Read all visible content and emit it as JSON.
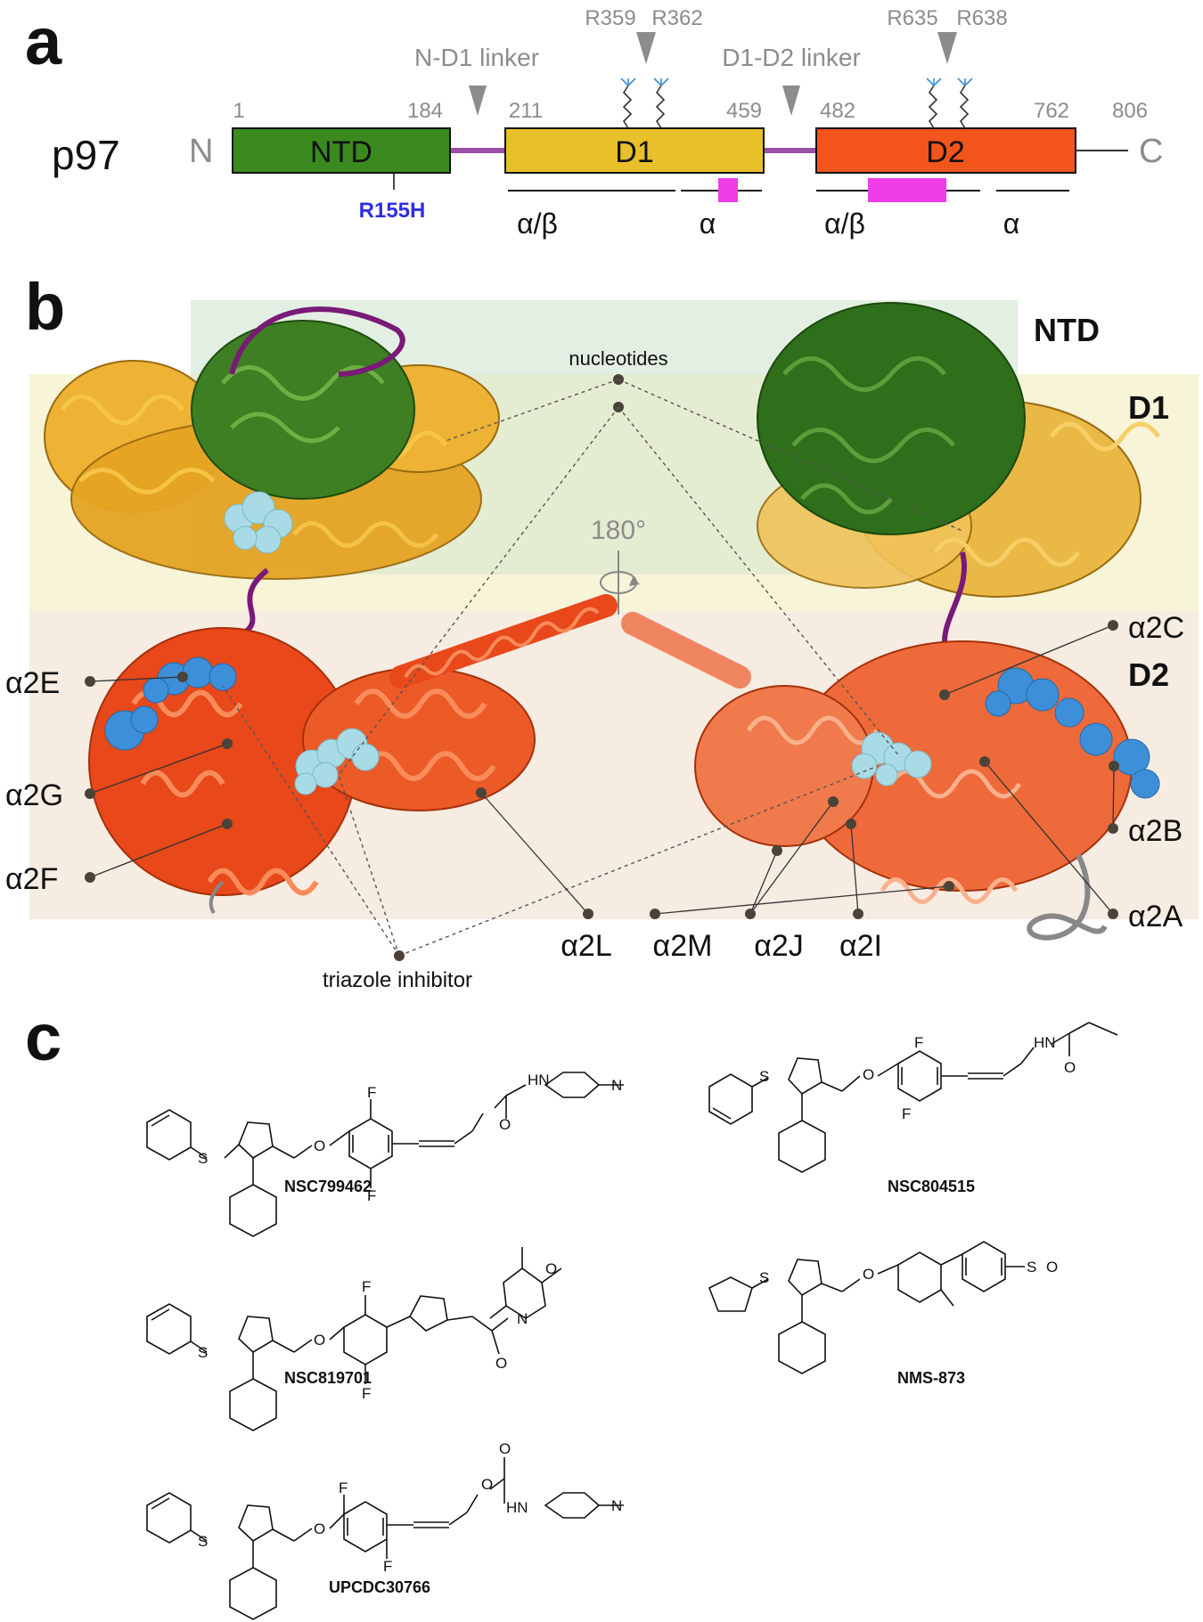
{
  "panels": {
    "a": "a",
    "b": "b",
    "c": "c"
  },
  "panel_a": {
    "protein": "p97",
    "n_term": "N",
    "c_term": "C",
    "domains": [
      {
        "name": "NTD",
        "start": "1",
        "end": "184",
        "color": "#3a8a1f"
      },
      {
        "name": "D1",
        "start": "211",
        "end": "459",
        "color": "#e8c02a"
      },
      {
        "name": "D2",
        "start": "482",
        "end": "762",
        "color": "#f2541b"
      }
    ],
    "c_end": "806",
    "linkers": [
      "N-D1 linker",
      "D1-D2 linker"
    ],
    "d1_residues": [
      "R359",
      "R362"
    ],
    "d2_residues": [
      "R635",
      "R638"
    ],
    "mutation": "R155H",
    "subregions": [
      "α/β",
      "α",
      "α/β",
      "α"
    ],
    "colors": {
      "linker": "#9b4fa8",
      "pore": "#f03ce6",
      "mutation": "#2f2fe0",
      "arrow": "#8c8c8c"
    }
  },
  "panel_b": {
    "region_labels": {
      "ntd": "NTD",
      "d1": "D1",
      "d2": "D2"
    },
    "nucleotides": "nucleotides",
    "rotation": "180°",
    "inhibitor": "triazole inhibitor",
    "helices_left": [
      "α2E",
      "α2G",
      "α2F"
    ],
    "helices_bottom": [
      "α2L",
      "α2M",
      "α2J",
      "α2I"
    ],
    "helices_right": [
      "α2C",
      "α2B",
      "α2A"
    ],
    "colors": {
      "ntd_band": "#e3efe2",
      "d1_band": "#f7f4d8",
      "d2_band": "#f6ece2",
      "ntd": "#2e6e1c",
      "d1": "#e3a321",
      "d2": "#e8481a",
      "linker": "#7a1a78",
      "ligand": "#a9dbe6",
      "ligand_dark": "#3c8fd8"
    }
  },
  "panel_c": {
    "compounds": [
      "NSC799462",
      "NSC804515",
      "NSC819701",
      "NMS-873",
      "UPCDC30766"
    ],
    "atoms": {
      "F": "F",
      "S": "S",
      "N": "N",
      "O": "O",
      "HN": "HN"
    }
  }
}
